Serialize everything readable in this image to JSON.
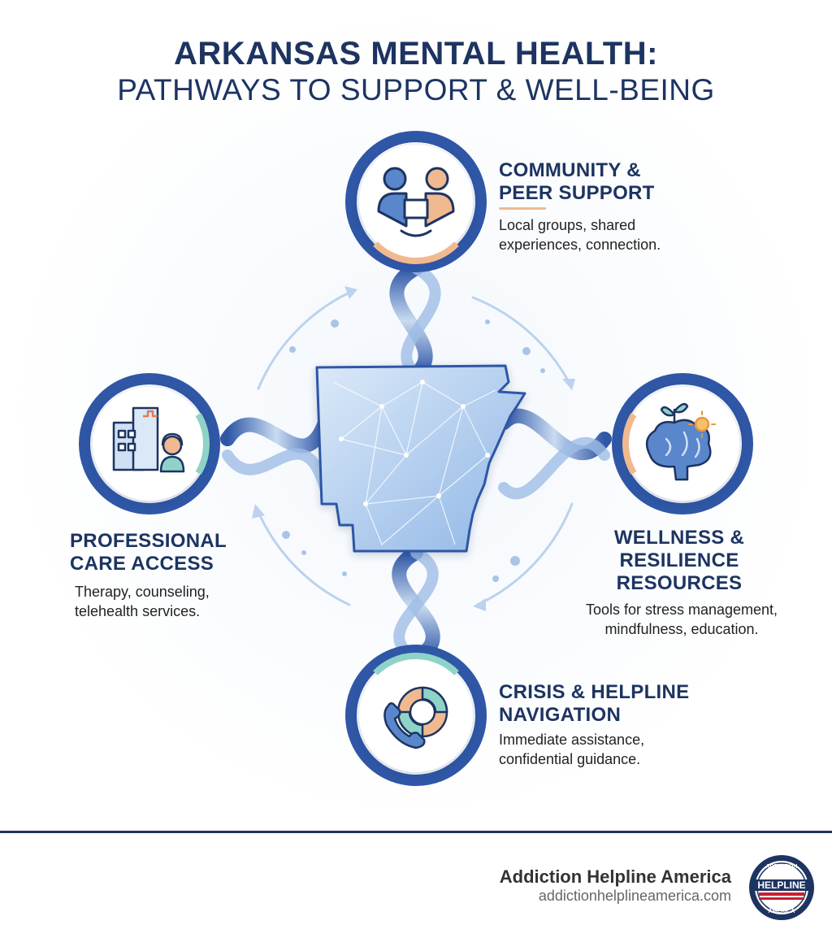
{
  "title": {
    "line1": "ARKANSAS MENTAL HEALTH:",
    "line2": "PATHWAYS TO SUPPORT & WELL-BEING"
  },
  "nodes": {
    "community": {
      "label_line1": "COMMUNITY &",
      "label_line2": "PEER SUPPORT",
      "desc_line1": "Local groups, shared",
      "desc_line2": "experiences, connection.",
      "icon": "handshake-people-icon"
    },
    "professional": {
      "label_line1": "PROFESSIONAL",
      "label_line2": "CARE ACCESS",
      "desc_line1": "Therapy, counseling,",
      "desc_line2": "telehealth services.",
      "icon": "hospital-counselor-icon"
    },
    "wellness": {
      "label_line1": "WELLNESS &",
      "label_line2": "RESILIENCE",
      "label_line3": "RESOURCES",
      "desc_line1": "Tools for stress management,",
      "desc_line2": "mindfulness, education.",
      "icon": "brain-plant-icon"
    },
    "crisis": {
      "label_line1": "CRISIS & HELPLINE",
      "label_line2": "NAVIGATION",
      "desc_line1": "Immediate assistance,",
      "desc_line2": "confidential guidance.",
      "icon": "phone-lifebuoy-icon"
    }
  },
  "footer": {
    "name": "Addiction Helpline America",
    "url": "addictionhelplineamerica.com",
    "badge_top": "ADDICTION",
    "badge_mid": "HELPLINE",
    "badge_bottom": "AMERICA"
  },
  "colors": {
    "navy": "#1d3461",
    "blue": "#2f57a6",
    "light_blue": "#a9c4e8",
    "peach": "#f1b98f",
    "teal": "#8fd3c8"
  }
}
